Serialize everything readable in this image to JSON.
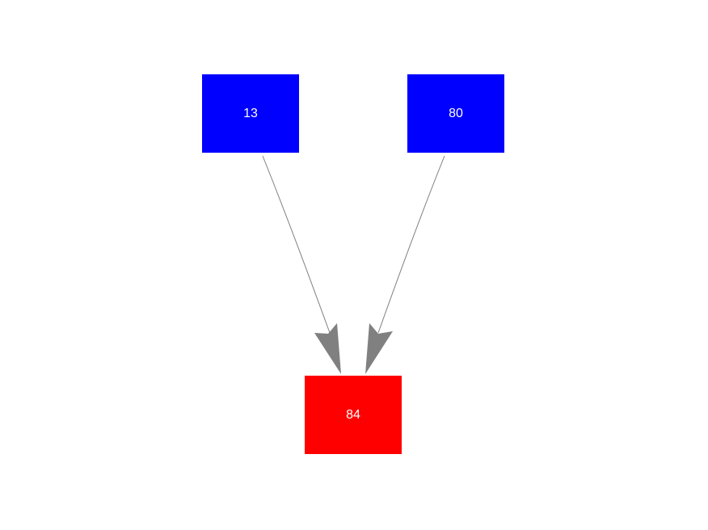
{
  "nodes": [
    {
      "id": "13",
      "label": "13",
      "color": "#0000ff"
    },
    {
      "id": "80",
      "label": "80",
      "color": "#0000ff"
    },
    {
      "id": "84",
      "label": "84",
      "color": "#ff0000"
    }
  ],
  "edges": [
    {
      "from": "13",
      "to": "84"
    },
    {
      "from": "80",
      "to": "84"
    }
  ],
  "edge_color": "#808080"
}
